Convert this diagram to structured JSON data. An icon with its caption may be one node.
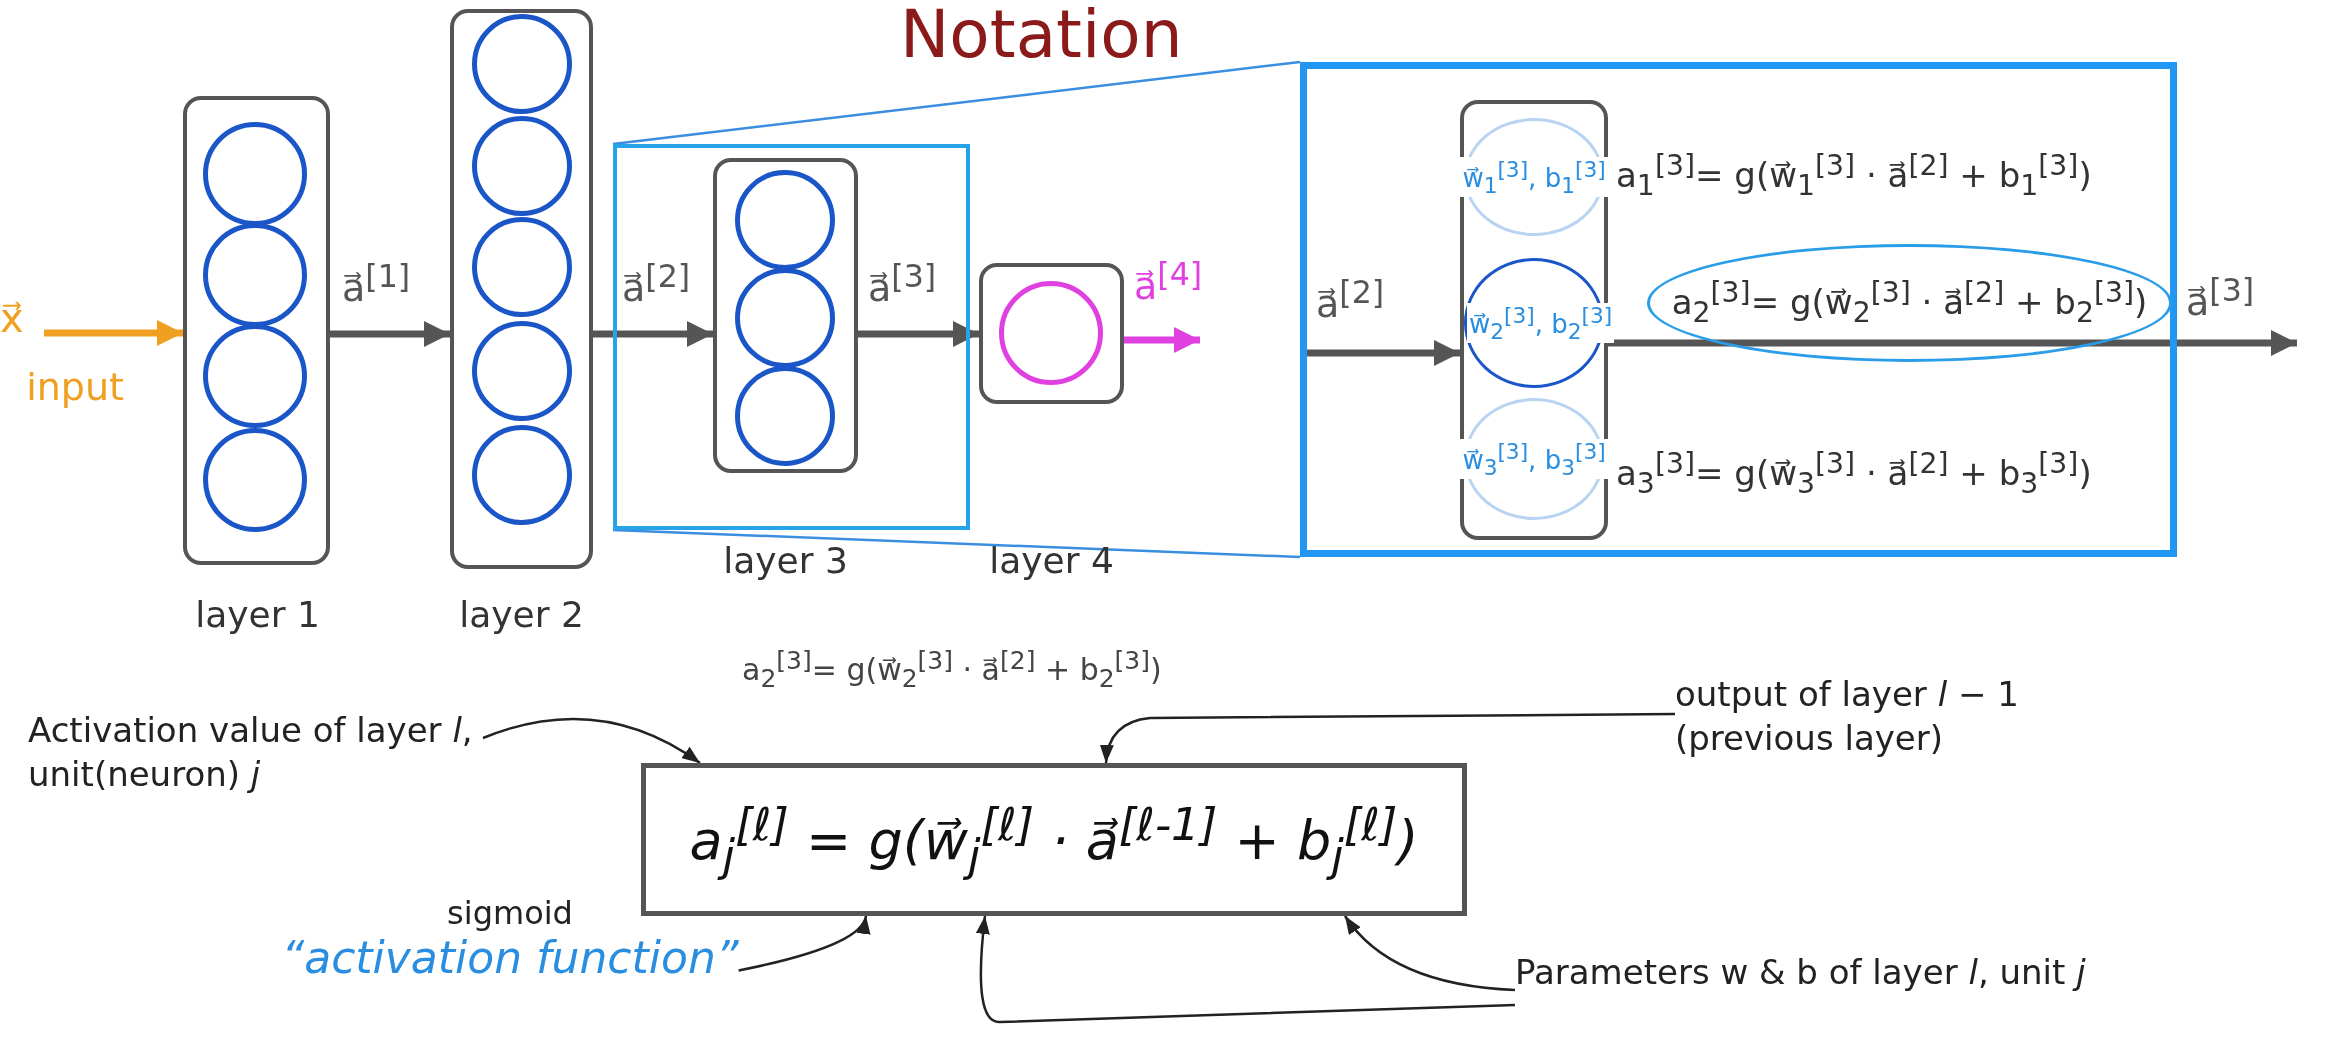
{
  "diagram": {
    "title": "Notation",
    "nodes": [
      {
        "text": [
          "x⃗"
        ],
        "beside": [
          "input"
        ]
      },
      {
        "text": [],
        "shape": "box",
        "beside": [
          "layer 1"
        ]
      },
      {
        "text": [],
        "shape": "circle",
        "in": 1
      },
      {
        "text": [],
        "shape": "circle",
        "in": 1
      },
      {
        "text": [],
        "shape": "circle",
        "in": 1
      },
      {
        "text": [],
        "shape": "circle",
        "in": 1
      },
      {
        "text": [],
        "shape": "box",
        "beside": [
          "layer 2"
        ]
      },
      {
        "text": [],
        "shape": "circle",
        "in": 6
      },
      {
        "text": [],
        "shape": "circle",
        "in": 6
      },
      {
        "text": [],
        "shape": "circle",
        "in": 6
      },
      {
        "text": [],
        "shape": "circle",
        "in": 6
      },
      {
        "text": [],
        "shape": "circle",
        "in": 6
      },
      {
        "text": [],
        "shape": "box"
      },
      {
        "text": [],
        "shape": "box",
        "in": 12,
        "beside": [
          "layer 3"
        ]
      },
      {
        "text": [],
        "shape": "circle",
        "in": 13
      },
      {
        "text": [],
        "shape": "circle",
        "in": 13
      },
      {
        "text": [],
        "shape": "circle",
        "in": 13
      },
      {
        "text": [],
        "shape": "box",
        "beside": [
          "layer 4"
        ]
      },
      {
        "text": [],
        "shape": "circle",
        "in": 17
      },
      {
        "text": [],
        "shape": "box"
      },
      {
        "text": [],
        "shape": "box",
        "in": 19
      },
      {
        "text": [
          "w⃗$_{1}$$^{[3]}$, b$_{1}$$^{[3]}$"
        ],
        "in": 20,
        "beside": [
          "a$_{1}$$^{[3]}$= g(w⃗$_{1}$$^{[3]}$ · a⃗$^{[2]}$ + b$_{1}$$^{[3]}$)"
        ]
      },
      {
        "text": [
          "w⃗$_{2}$$^{[3]}$, b$_{2}$$^{[3]}$"
        ],
        "in": 20
      },
      {
        "text": [
          "a$_{2}$$^{[3]}$= g(w⃗$_{2}$$^{[3]}$ · a⃗$^{[2]}$ + b$_{2}$$^{[3]}$)"
        ],
        "in": 19
      },
      {
        "text": [
          "w⃗$_{3}$$^{[3]}$, b$_{3}$$^{[3]}$"
        ],
        "in": 20,
        "beside": [
          "a$_{3}$$^{[3]}$= g(w⃗$_{3}$$^{[3]}$ · a⃗$^{[2]}$ + b$_{3}$$^{[3]}$)"
        ]
      },
      {
        "text": [
          "a$_{j}$$^{[ℓ]}$ = g(w⃗$_{j}$$^{[ℓ]}$ · a⃗$^{[ℓ-1]}$ + b$_{j}$$^{[ℓ]}$)"
        ]
      },
      {
        "text": [
          "Activation value of layer *l*, unit(neuron) *j*"
        ]
      },
      {
        "text": [
          "output of layer *l* − 1 (previous layer)"
        ]
      },
      {
        "text": [
          "sigmoid",
          "“activation function”"
        ]
      },
      {
        "text": [
          "Parameters w & b of layer *l*, unit *j*"
        ]
      }
    ],
    "edges": [
      {
        "from": 0,
        "to": 1,
        "arrow": "to",
        "style": "thick",
        "color": "#f0a020"
      },
      {
        "from": 1,
        "to": 6,
        "arrow": "to",
        "label": "a⃗$^{[1]}$",
        "style": "thick"
      },
      {
        "from": 6,
        "to": 13,
        "arrow": "to",
        "label": "a⃗$^{[2]}$",
        "style": "thick"
      },
      {
        "from": 13,
        "to": 17,
        "arrow": "to",
        "label": "a⃗$^{[3]}$",
        "style": "thick"
      },
      {
        "from": 17,
        "to": null,
        "arrow": "to",
        "label": "a⃗$^{[4]}$",
        "style": "thick",
        "color": "#e040e0"
      },
      {
        "from": 12,
        "to": 19,
        "arrow": "none",
        "color": "#3a8ee0"
      },
      {
        "from": 12,
        "to": 19,
        "arrow": "none",
        "color": "#3a8ee0"
      },
      {
        "from": null,
        "to": 20,
        "arrow": "to",
        "label": "a⃗$^{[2]}$",
        "style": "thick"
      },
      {
        "from": 20,
        "to": null,
        "arrow": "to",
        "label": "a⃗$^{[3]}$",
        "style": "thick"
      },
      {
        "from": 26,
        "to": 25,
        "arrow": "to",
        "color": "#222222"
      },
      {
        "from": 27,
        "to": 25,
        "arrow": "to",
        "color": "#222222"
      },
      {
        "from": 28,
        "to": 25,
        "arrow": "to",
        "color": "#222222"
      },
      {
        "from": 29,
        "to": 25,
        "arrow": "to",
        "color": "#222222"
      },
      {
        "from": 29,
        "to": 25,
        "arrow": "to",
        "color": "#222222"
      }
    ],
    "labels": [
      "a$_{2}$$^{[3]}$= g(w⃗$_{2}$$^{[3]}$ · a⃗$^{[2]}$ + b$_{2}$$^{[3]}$)"
    ]
  }
}
